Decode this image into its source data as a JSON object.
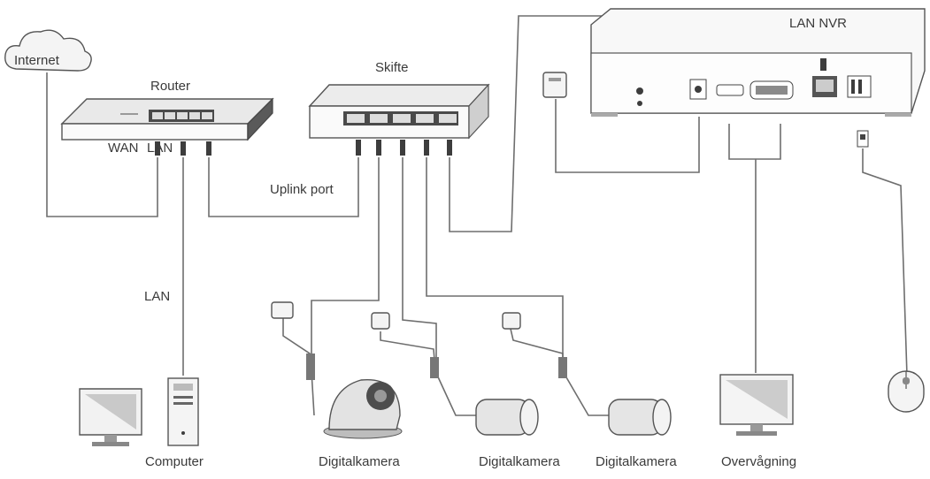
{
  "labels": {
    "internet": "Internet",
    "router": "Router",
    "wan": "WAN",
    "lan_router": "LAN",
    "switch": "Skifte",
    "uplink": "Uplink port",
    "lan_nvr": "LAN NVR",
    "lan_pc": "LAN",
    "computer": "Computer",
    "camera1": "Digitalkamera",
    "camera2": "Digitalkamera",
    "camera3": "Digitalkamera",
    "monitor": "Overvågning"
  }
}
